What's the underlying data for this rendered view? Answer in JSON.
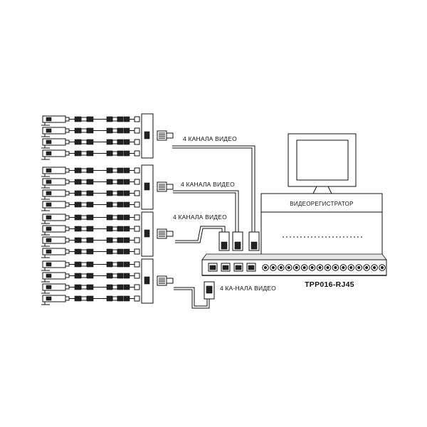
{
  "diagram": {
    "cable_labels": [
      "4 КАНАЛА ВИДЕО",
      "4 КАНАЛА ВИДЕО",
      "4 КАНАЛА ВИДЕО",
      "4 КА-НАЛА ВИДЕО"
    ],
    "dvr_label": "ВИДЕОРЕГИСТРАТОР",
    "hub_model": "TPP016-RJ45",
    "group_count": 4,
    "cameras_per_group": 4,
    "hub_rj45_ports": 4,
    "hub_bnc_ports": 16
  }
}
